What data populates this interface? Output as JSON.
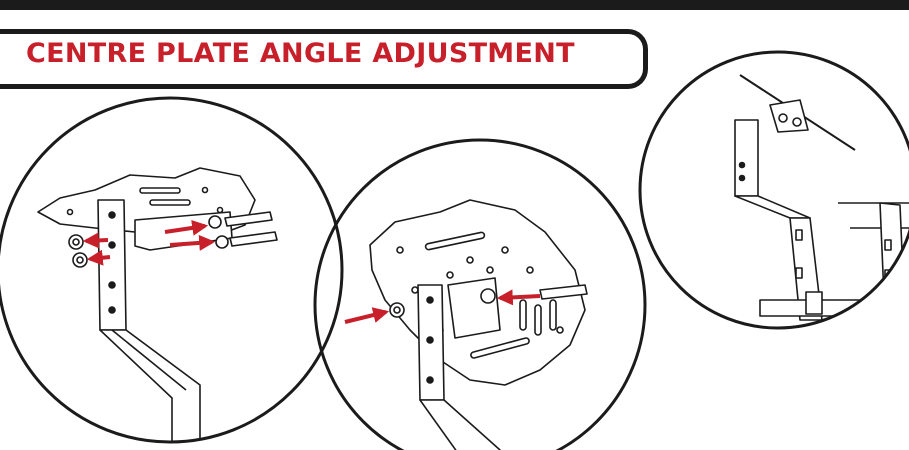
{
  "title": "CENTRE PLATE ANGLE ADJUSTMENT",
  "colors": {
    "accent": "#c8202a",
    "ink": "#1b1b1b",
    "background": "#ffffff"
  },
  "illustrations": [
    {
      "id": "detail-1",
      "content": "bolts being removed from centre plate bracket"
    },
    {
      "id": "detail-2",
      "content": "bolt and nut inserted to set new plate angle"
    },
    {
      "id": "detail-3",
      "content": "side view of angled centre plate"
    }
  ]
}
